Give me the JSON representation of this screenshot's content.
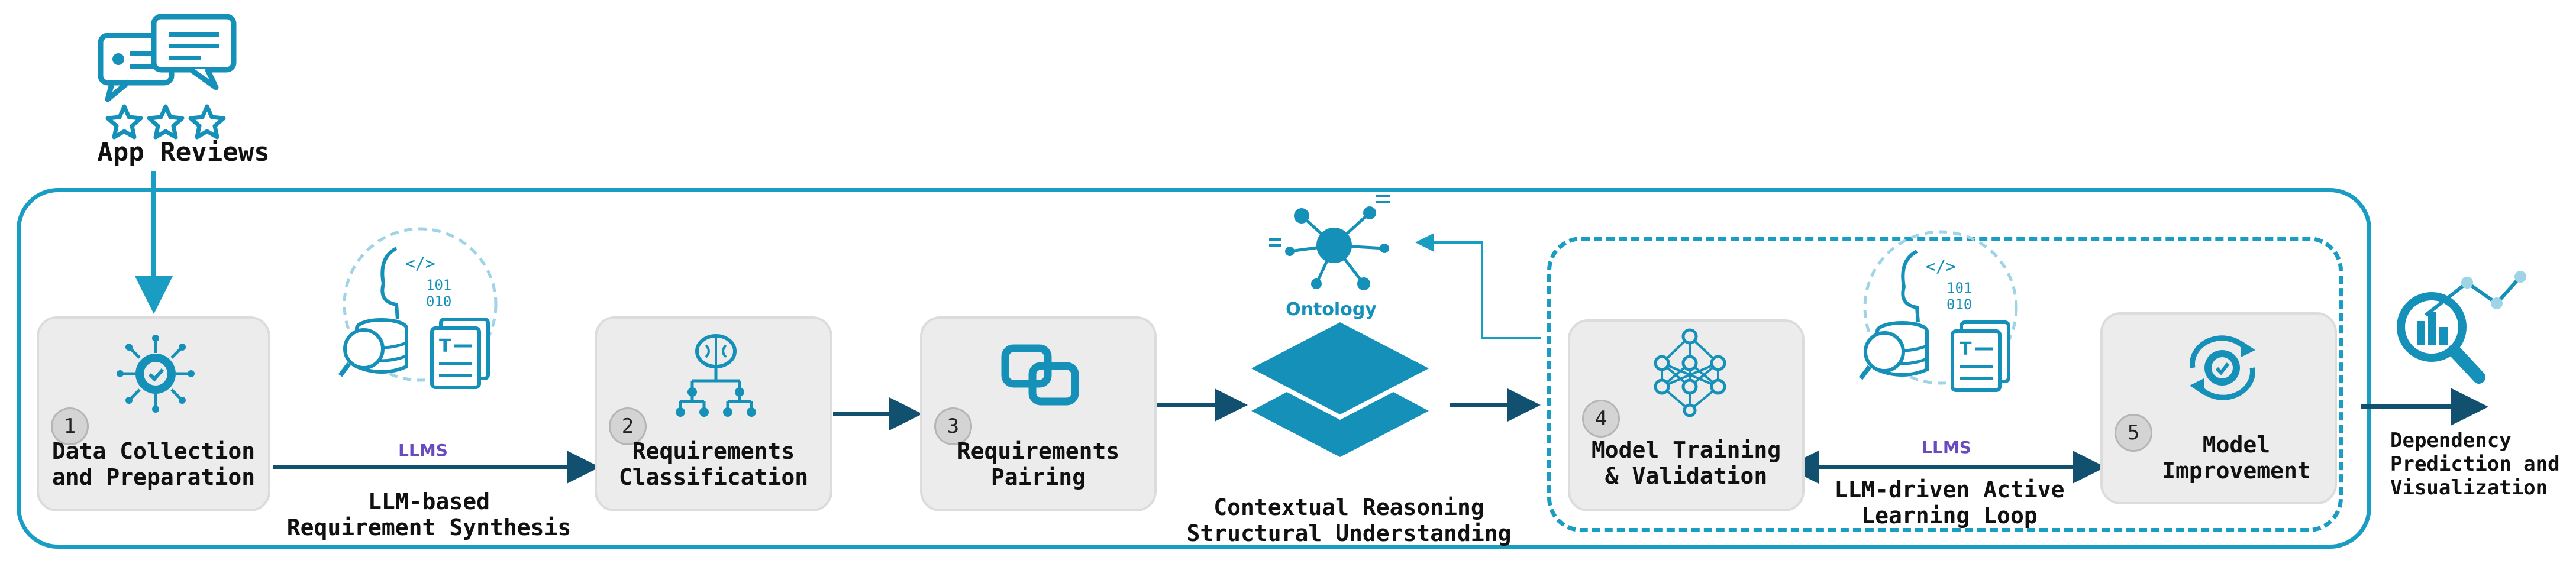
{
  "source": {
    "label": "App Reviews",
    "icon": "review-chat-stars-icon"
  },
  "steps": [
    {
      "number": "1",
      "label_line1": "Data Collection",
      "label_line2": "and Preparation",
      "icon": "gear-network-icon"
    },
    {
      "number": "2",
      "label_line1": "Requirements",
      "label_line2": "Classification",
      "icon": "brain-hierarchy-icon"
    },
    {
      "number": "3",
      "label_line1": "Requirements",
      "label_line2": "Pairing",
      "icon": "link-pair-icon"
    },
    {
      "number": "4",
      "label_line1": "Model Training",
      "label_line2": "& Validation",
      "icon": "neural-network-icon"
    },
    {
      "number": "5",
      "label_line1": "Model",
      "label_line2": "Improvement",
      "icon": "cycle-check-icon"
    }
  ],
  "llm_synthesis": {
    "badge": "LLMS",
    "line1": "LLM-based",
    "line2": "Requirement Synthesis"
  },
  "ontology": {
    "label": "Ontology"
  },
  "reasoning": {
    "line1": "Contextual Reasoning",
    "line2": "Structural Understanding"
  },
  "active_learning": {
    "badge": "LLMS",
    "line1": "LLM-driven Active",
    "line2": "Learning Loop"
  },
  "output": {
    "line1": "Dependency",
    "line2": "Prediction and",
    "line3": "Visualization"
  },
  "colors": {
    "frame": "#1a9dc2",
    "arrow": "#11506e",
    "icon": "#1590b8",
    "llms": "#6a4bbf"
  }
}
